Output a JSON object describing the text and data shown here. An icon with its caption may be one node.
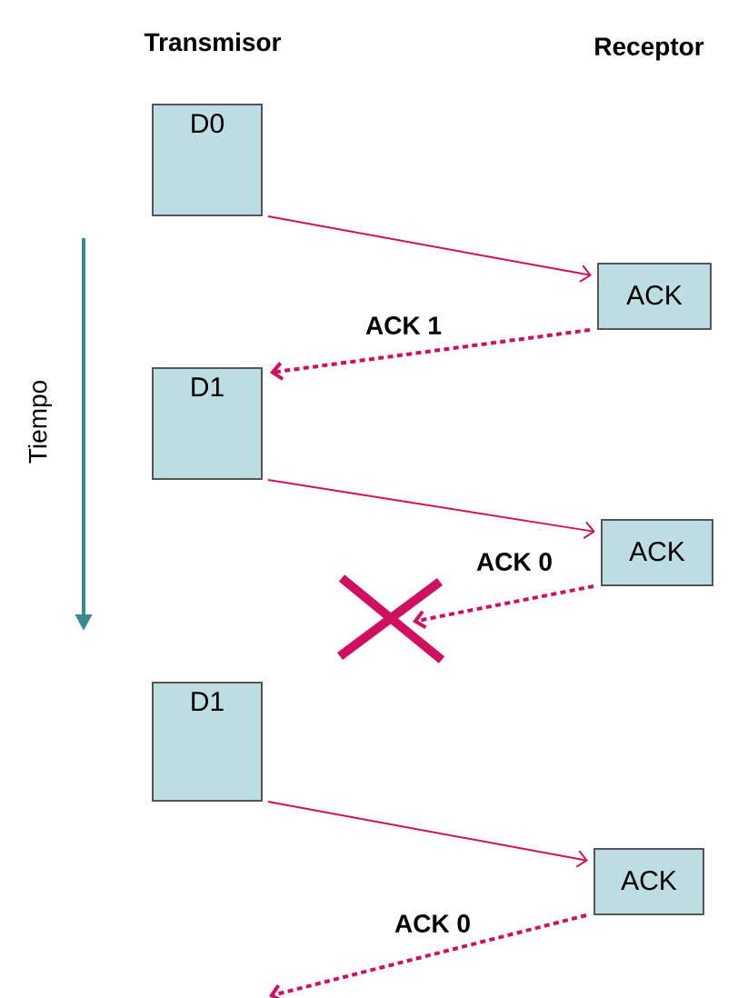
{
  "diagram": {
    "nodes": [
      {
        "text": [
          "D0"
        ]
      },
      {
        "text": [
          "ACK"
        ]
      },
      {
        "text": [
          "D1"
        ]
      },
      {
        "text": [
          "ACK"
        ]
      },
      {
        "text": [
          "D1"
        ]
      },
      {
        "text": [
          "ACK"
        ]
      }
    ],
    "edges": [
      {
        "from": 0,
        "to": 1,
        "arrow": "to"
      },
      {
        "from": 1,
        "to": 2,
        "arrow": "to",
        "style": "dashed",
        "label": "ACK 1"
      },
      {
        "from": 2,
        "to": 3,
        "arrow": "to"
      },
      {
        "from": 3,
        "to": null,
        "arrow": "to",
        "style": "dashed",
        "label": "ACK 0"
      },
      {
        "from": 4,
        "to": 5,
        "arrow": "to"
      },
      {
        "from": 5,
        "to": null,
        "arrow": "to",
        "style": "dashed",
        "label": "ACK 0"
      }
    ],
    "labels": [
      "Transmisor",
      "Receptor",
      "Tiempo"
    ]
  }
}
